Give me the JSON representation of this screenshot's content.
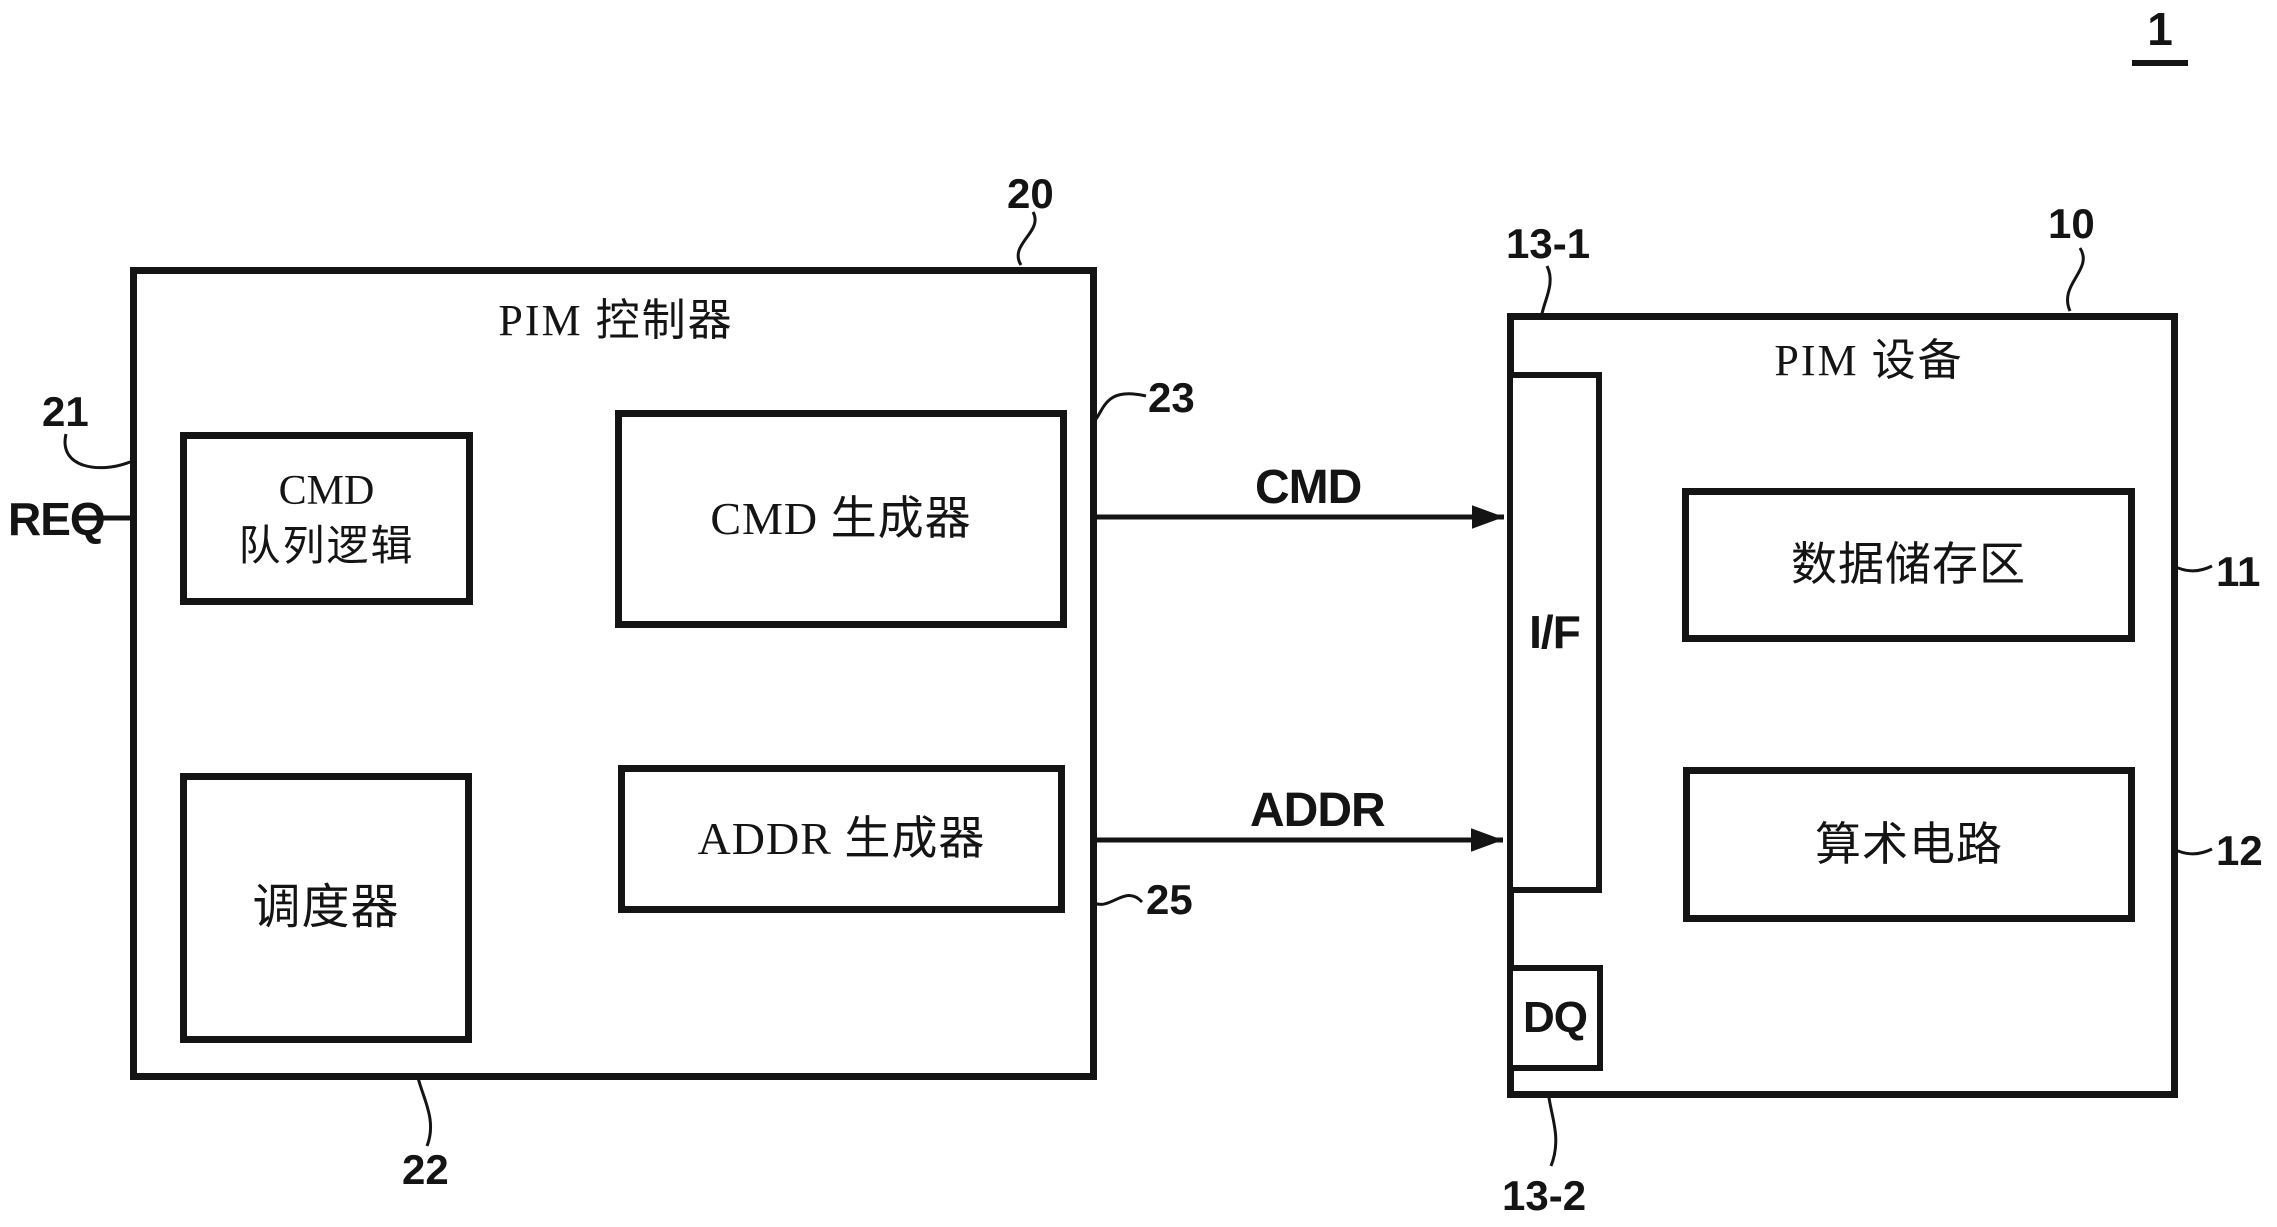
{
  "figure": {
    "number": "1"
  },
  "controller": {
    "title": "PIM 控制器",
    "ref": "20",
    "cmd_queue": {
      "line1": "CMD",
      "line2": "队列逻辑",
      "ref": "21"
    },
    "scheduler": {
      "label": "调度器",
      "ref": "22"
    },
    "cmd_generator": {
      "label": "CMD 生成器",
      "ref": "23"
    },
    "addr_generator": {
      "label": "ADDR 生成器",
      "ref": "25"
    }
  },
  "device": {
    "title": "PIM 设备",
    "ref": "10",
    "interface": {
      "label": "I/F",
      "ref": "13-1"
    },
    "dq": {
      "label": "DQ",
      "ref": "13-2"
    },
    "data_storage": {
      "label": "数据储存区",
      "ref": "11"
    },
    "arithmetic_circuit": {
      "label": "算术电路",
      "ref": "12"
    }
  },
  "signals": {
    "req": "REQ",
    "cmd": "CMD",
    "addr": "ADDR"
  },
  "ink_color": "#141414"
}
